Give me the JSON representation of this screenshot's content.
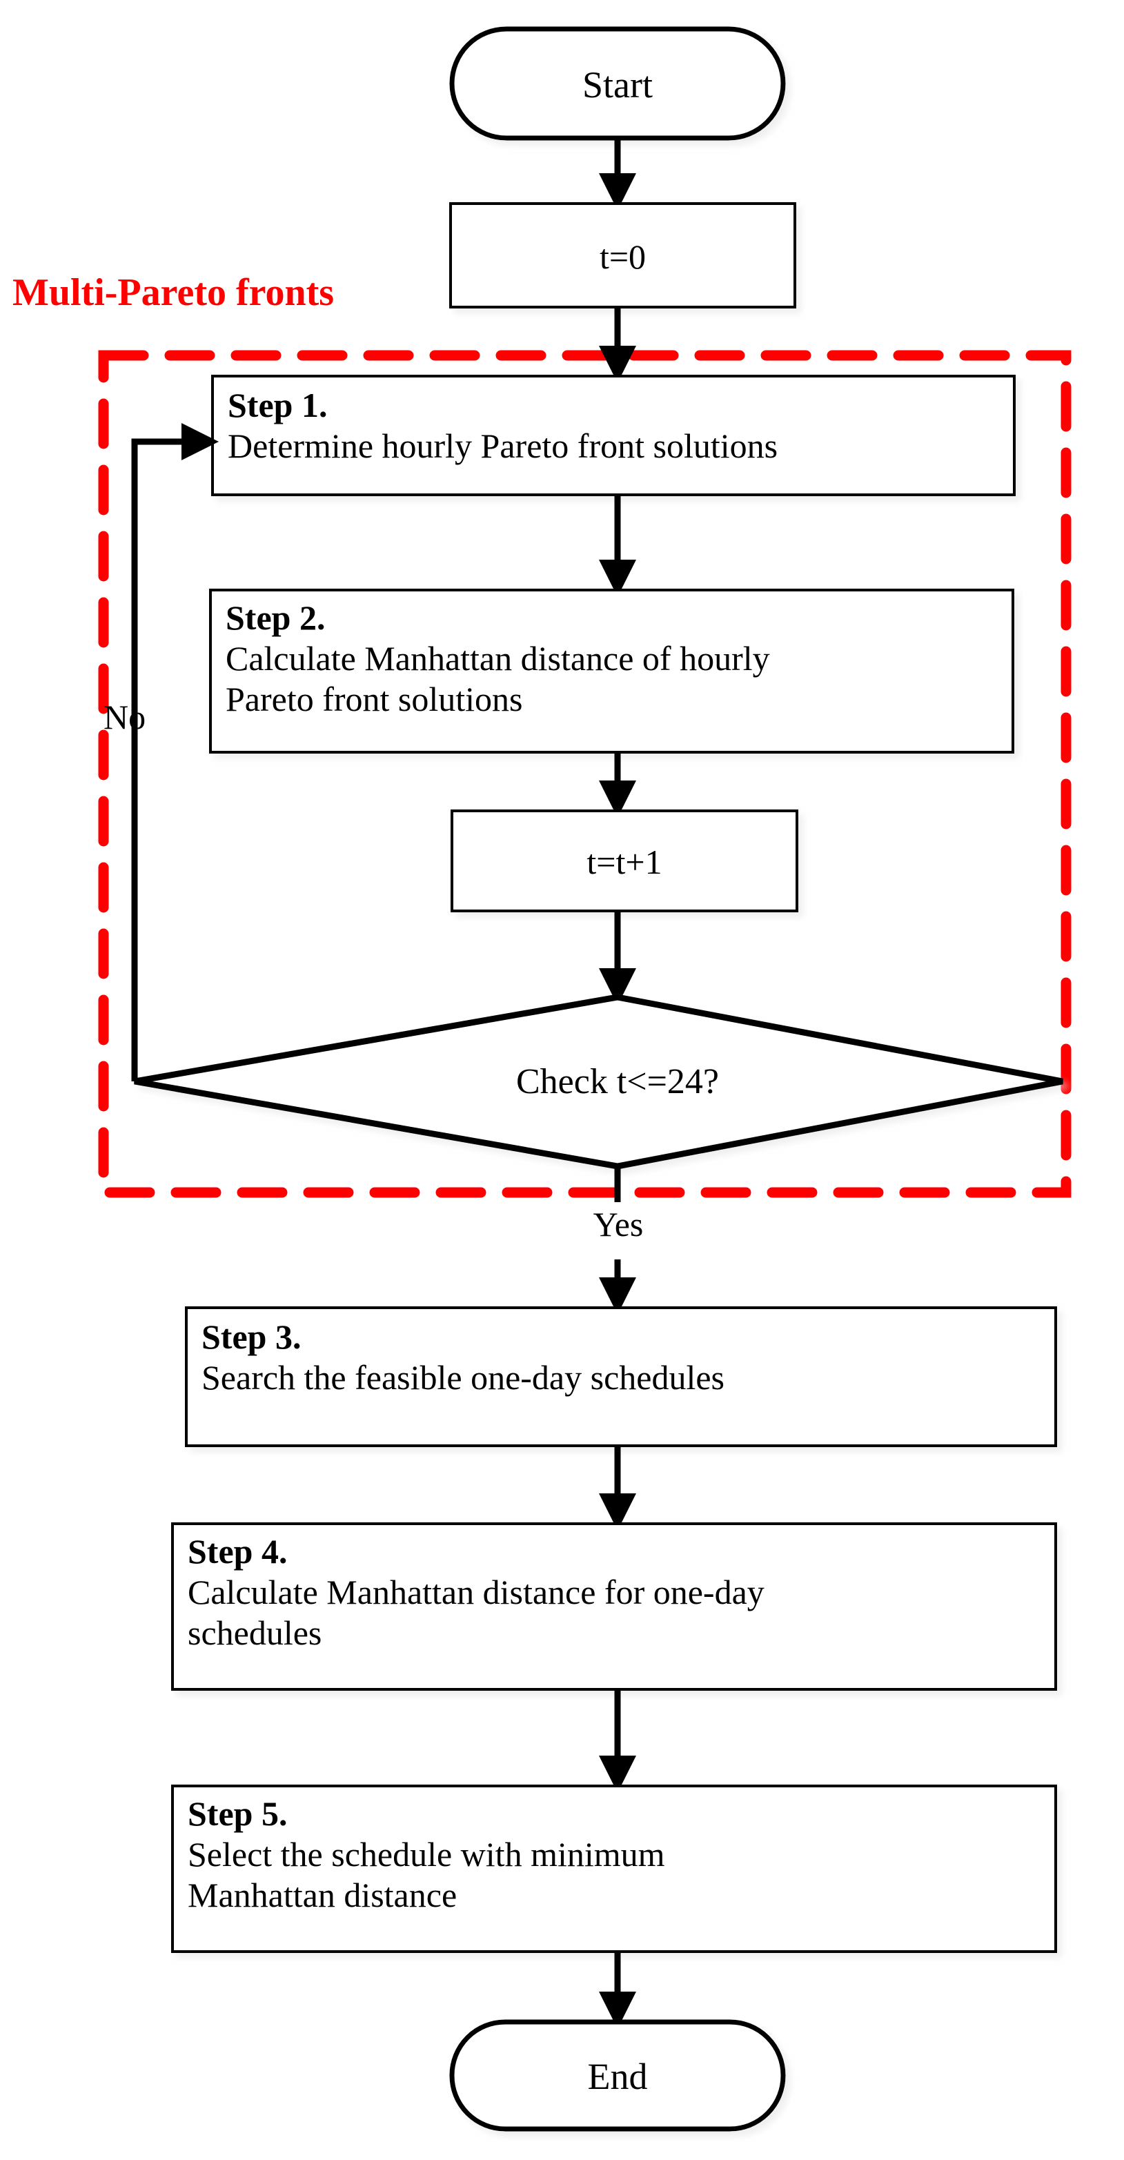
{
  "diagram": {
    "title": "Multi-Pareto fronts scheduling flowchart",
    "background_color": "#FFFFFF",
    "stroke_color": "#000000",
    "accent_color": "#FF0000"
  },
  "group": {
    "caption": "Multi-Pareto fronts",
    "color": "#FF0000",
    "border_style": "dashed"
  },
  "nodes": {
    "start": {
      "label": "Start",
      "shape": "terminator"
    },
    "init": {
      "label": "t=0",
      "shape": "process"
    },
    "step1": {
      "title": "Step 1.",
      "body": "Determine hourly Pareto front solutions",
      "shape": "process"
    },
    "step2": {
      "title": "Step 2.",
      "body_line1": "Calculate Manhattan distance of hourly",
      "body_line2": "Pareto front solutions",
      "shape": "process"
    },
    "increment": {
      "label": "t=t+1",
      "shape": "process"
    },
    "decision": {
      "label": "Check t<=24?",
      "shape": "decision"
    },
    "step3": {
      "title": "Step 3.",
      "body": "Search the feasible one-day schedules",
      "shape": "process"
    },
    "step4": {
      "title": "Step 4.",
      "body_line1": "Calculate Manhattan distance for one-day",
      "body_line2": "schedules",
      "shape": "process"
    },
    "step5": {
      "title": "Step 5.",
      "body_line1": "Select the schedule with minimum",
      "body_line2": "Manhattan distance",
      "shape": "process"
    },
    "end": {
      "label": "End",
      "shape": "terminator"
    }
  },
  "edges": {
    "no_label": "No",
    "yes_label": "Yes"
  }
}
